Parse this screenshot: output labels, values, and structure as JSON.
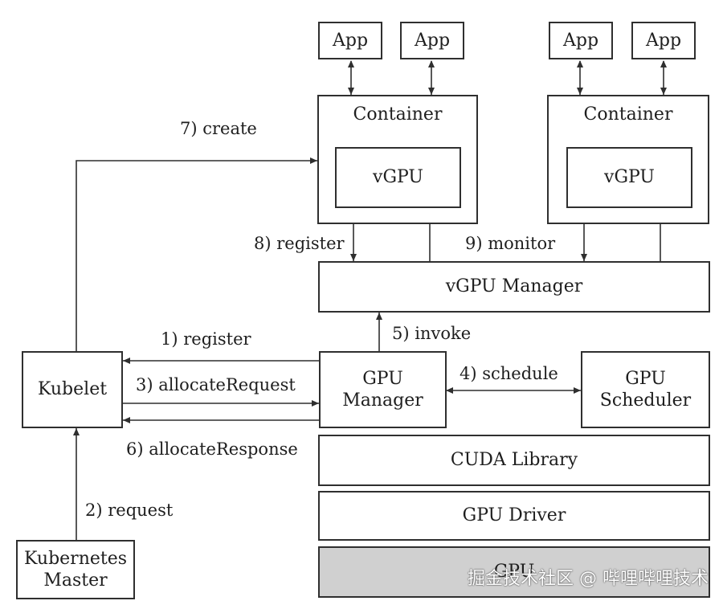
{
  "boxes": {
    "app1": "App",
    "app2": "App",
    "app3": "App",
    "app4": "App",
    "container1": "Container",
    "container2": "Container",
    "vgpu1": "vGPU",
    "vgpu2": "vGPU",
    "vgpu_manager": "vGPU Manager",
    "kubelet": "Kubelet",
    "gpu_manager": "GPU Manager",
    "gpu_scheduler": "GPU Scheduler",
    "cuda_library": "CUDA Library",
    "gpu_driver": "GPU Driver",
    "gpu": "GPU",
    "kubernetes_master": "Kubernetes Master"
  },
  "edges": {
    "create": "7) create",
    "register_vgpu": "8) register",
    "monitor": "9) monitor",
    "invoke": "5) invoke",
    "register": "1) register",
    "allocate_request": "3) allocateRequest",
    "schedule": "4) schedule",
    "allocate_response": "6) allocateResponse",
    "request": "2) request"
  },
  "watermark": "掘金技术社区 @ 哔哩哔哩技术"
}
